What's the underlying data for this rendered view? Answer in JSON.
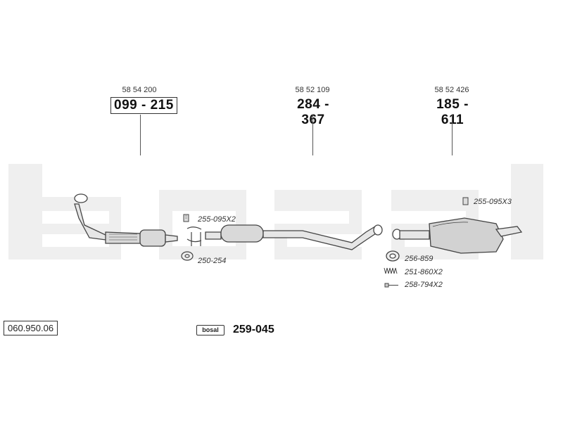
{
  "parts": [
    {
      "oe": "58 54 200",
      "number": "099 - 215"
    },
    {
      "oe": "58 52 109",
      "number": "284 - 367"
    },
    {
      "oe": "58 52 426",
      "number": "185 - 611"
    }
  ],
  "accessories": {
    "clamp_front": "255-095X2",
    "gasket_front": "250-254",
    "clamp_rear": "255-095X3",
    "ring_rear": "256-859",
    "spring_rear": "251-860X2",
    "bolt_rear": "258-794X2"
  },
  "reference": "060.950.06",
  "kit": {
    "logo_text": "bosal",
    "number": "259-045"
  },
  "watermark_text": "bosal",
  "colors": {
    "watermark": "#efefef",
    "line": "#555555",
    "part_fill": "#d9d9d9"
  }
}
